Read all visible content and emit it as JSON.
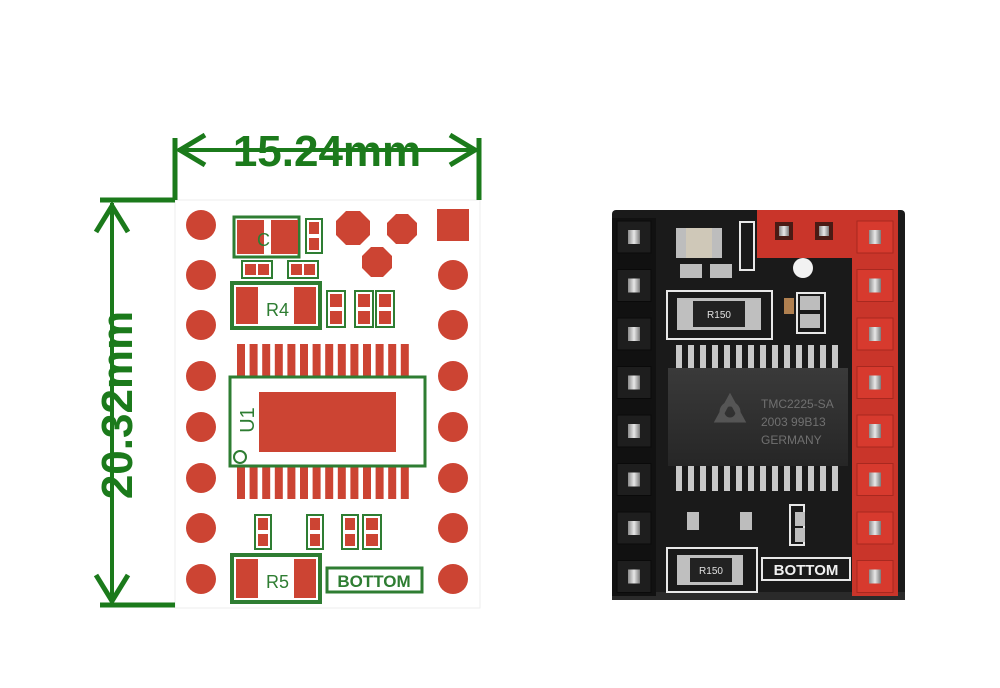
{
  "dimensions": {
    "width_label": "15.24mm",
    "height_label": "20.32mm"
  },
  "layout_diagram": {
    "labels": {
      "c": "C",
      "r4": "R4",
      "r5": "R5",
      "u1": "U1",
      "bottom": "BOTTOM"
    }
  },
  "photo": {
    "chip_lines": [
      "TMC2225-SA",
      "2003  99B13",
      "GERMANY"
    ],
    "resistor_marks": [
      "R150",
      "R150"
    ],
    "bottom_label": "BOTTOM"
  },
  "colors": {
    "dimension_green": "#1b7a1b",
    "pad_red": "#cc4433",
    "silk_green": "#2e7d32",
    "pcb_black": "#1a1a1a",
    "header_red": "#d73a2e"
  }
}
